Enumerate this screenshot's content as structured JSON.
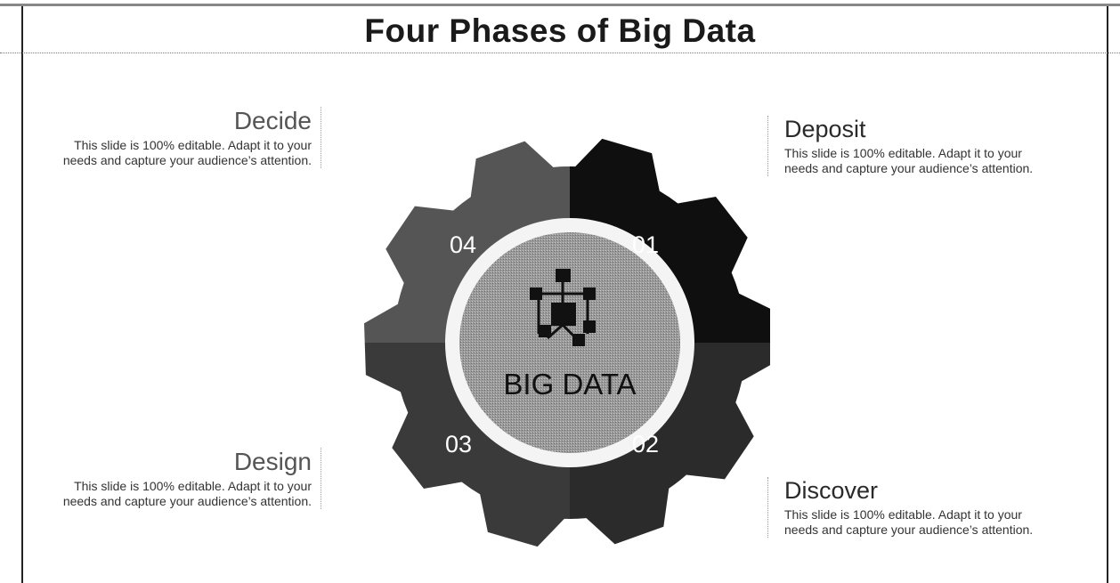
{
  "title": "Four Phases of Big Data",
  "center": {
    "label": "BIG DATA",
    "icon": "network-diagram-icon"
  },
  "phases": [
    {
      "number": "01",
      "name": "Deposit",
      "text": "This slide is 100% editable. Adapt it to your needs and capture your audience’s attention.",
      "color": "#0f0f0f"
    },
    {
      "number": "02",
      "name": "Discover",
      "text": "This slide is 100% editable. Adapt it to your needs and capture your audience’s attention.",
      "color": "#2b2b2b"
    },
    {
      "number": "03",
      "name": "Design",
      "text": "This slide is 100% editable. Adapt it to your needs and capture your audience’s attention.",
      "color": "#3a3a3a"
    },
    {
      "number": "04",
      "name": "Decide",
      "text": "This slide is 100% editable. Adapt it to your needs and capture your audience’s attention.",
      "color": "#555555"
    }
  ]
}
